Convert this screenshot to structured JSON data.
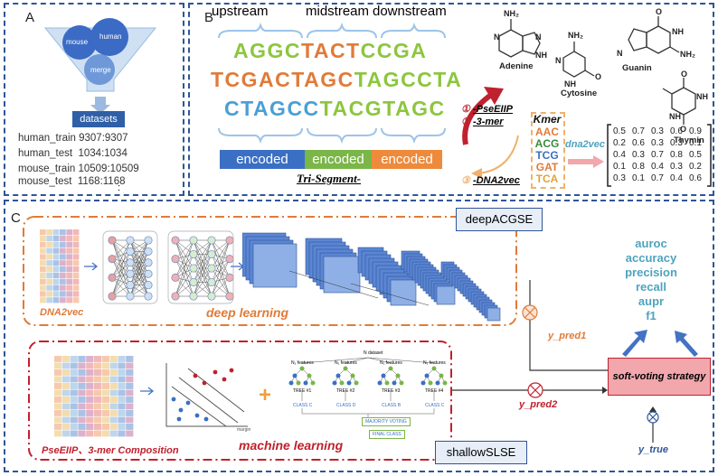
{
  "panel_a": {
    "label": "A",
    "funnel": {
      "mouse": "mouse",
      "human": "human",
      "merge": "merge"
    },
    "datasets_title": "datasets",
    "rows": [
      "human_train 9307:9307",
      "human_test  1034:1034",
      "mouse_train 10509:10509",
      "mouse_test  1168:1168"
    ],
    "ellipsis": ":"
  },
  "panel_b": {
    "label": "B",
    "headers": {
      "upstream": "upstream",
      "midstream": "midstream",
      "downstream": "downstream"
    },
    "seq_lines": [
      [
        [
          "AGGC",
          "#8cc63e"
        ],
        [
          "TACT",
          "#e07b39"
        ],
        [
          "CCGA",
          "#8cc63e"
        ]
      ],
      [
        [
          "TCGACTAGC",
          "#e07b39"
        ],
        [
          "TAGCCTA",
          "#8cc63e"
        ]
      ],
      [
        [
          "CTAGCC",
          "#4a9fd4"
        ],
        [
          "TACGTAGC",
          "#8cc63e"
        ]
      ]
    ],
    "encoded": [
      "encoded",
      "encoded",
      "encoded"
    ],
    "encoded_colors": [
      "#3a6fc4",
      "#7ab648",
      "#ee8a3c"
    ],
    "trisegment": "Tri-Segment-",
    "steps": [
      {
        "num": "①",
        "label": "-PseEIIP"
      },
      {
        "num": "②",
        "label": "-3-mer"
      },
      {
        "num": "③",
        "label": "-DNA2vec"
      }
    ],
    "kmer_title": "Kmer",
    "kmers": [
      "AAC",
      "ACG",
      "TCG",
      "GAT",
      "TCA"
    ],
    "dna2vec_label": "dna2vec",
    "matrix": [
      [
        "0.5",
        "0.7",
        "0.3",
        "0.6",
        "0.9"
      ],
      [
        "0.2",
        "0.6",
        "0.3",
        "0.3",
        "0.1"
      ],
      [
        "0.4",
        "0.3",
        "0.7",
        "0.8",
        "0.5"
      ],
      [
        "0.1",
        "0.8",
        "0.4",
        "0.3",
        "0.2"
      ],
      [
        "0.3",
        "0.1",
        "0.7",
        "0.4",
        "0.6"
      ]
    ],
    "bases": {
      "adenine": "Adenine",
      "cytosine": "Cytosine",
      "guanin": "Guanin",
      "thymin": "Thymin"
    },
    "chem_atoms": {
      "N": "N",
      "O": "O",
      "NH": "NH",
      "NH2": "NH₂",
      "H": "H"
    }
  },
  "panel_c": {
    "label": "C",
    "deep_model": "deepACGSE",
    "shallow_model": "shallowSLSE",
    "dna2vec": "DNA2vec",
    "deep_learning": "deep learning",
    "pse_3mer": "PseEIIP、3-mer Composition",
    "machine_learning": "machine learning",
    "y_pred1": "y_pred1",
    "y_pred2": "y_pred2",
    "y_true": "y_true",
    "soft_voting": "soft-voting strategy",
    "metrics": [
      "auroc",
      "accuracy",
      "precision",
      "recall",
      "aupr",
      "f1"
    ],
    "rf": {
      "dataset": "N dataset",
      "features": "N₁ features",
      "trees": [
        "TREE #1",
        "TREE #2",
        "TREE #3",
        "TREE #4"
      ],
      "classes": [
        "CLASS C",
        "CLASS D",
        "CLASS B",
        "CLASS C"
      ],
      "majority": "MAJORITY VOTING",
      "final": "FINAL CLASS"
    },
    "svm_margin": "margin"
  },
  "colors": {
    "panel_border": "#2f5597",
    "deep_border": "#e07b39",
    "shallow_border": "#c0212e",
    "soft_voting_fill": "#f2a7ad",
    "metric_text": "#4ea3bd",
    "arrow_blue": "#4472c4"
  }
}
